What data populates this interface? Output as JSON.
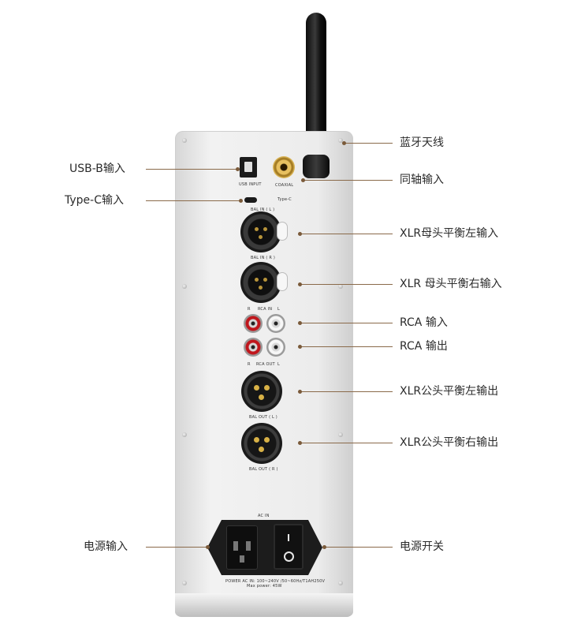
{
  "labels": {
    "bluetooth_antenna": "蓝牙天线",
    "usb_b_input": "USB-B输入",
    "coaxial_input": "同轴输入",
    "type_c_input": "Type-C输入",
    "xlr_female_left": "XLR母头平衡左输入",
    "xlr_female_right": "XLR 母头平衡右输入",
    "rca_input": "RCA 输入",
    "rca_output": "RCA 输出",
    "xlr_male_left": "XLR公头平衡左输出",
    "xlr_male_right": "XLR公头平衡右输出",
    "power_input": "电源输入",
    "power_switch": "电源开关"
  },
  "panel": {
    "usb_input": "USB INPUT",
    "coaxial": "COAXIAL",
    "type_c": "Type-C",
    "bal_in_l": "BAL IN ( L )",
    "bal_in_r": "BAL IN ( R )",
    "rca_in_r": "R",
    "rca_in": "RCA IN",
    "rca_in_l": "L",
    "rca_out_r": "R",
    "rca_out": "RCA OUT",
    "rca_out_l": "L",
    "bal_out_l": "BAL OUT ( L )",
    "bal_out_r": "BAL OUT ( R )",
    "ac_in": "AC IN",
    "power_spec": "POWER AC IN: 100~240V /50~60Hz/T1AH250V",
    "max_power": "Max power: 45W"
  },
  "colors": {
    "accent_line": "#8a6a4a",
    "panel": "#e9e9e9",
    "rca_red": "#c0161c",
    "gold": "#c9a032"
  }
}
